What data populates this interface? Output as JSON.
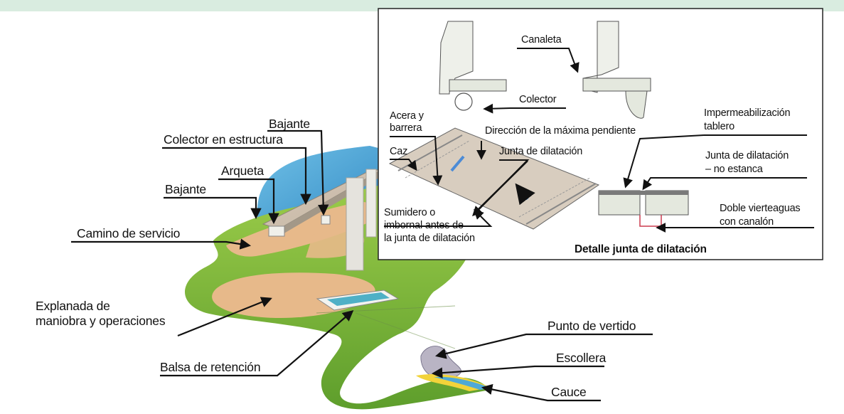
{
  "main_labels": {
    "bajante_top": "Bajante",
    "colector_estructura": "Colector en estructura",
    "arqueta": "Arqueta",
    "bajante_left": "Bajante",
    "camino_servicio": "Camino de servicio",
    "explanada": "Explanada de\nmaniobra y operaciones",
    "balsa_retencion": "Balsa de retención",
    "punto_vertido": "Punto de vertido",
    "escollera": "Escollera",
    "cauce": "Cauce"
  },
  "inset_labels": {
    "canaleta": "Canaleta",
    "colector": "Colector",
    "acera_barrera": "Acera y\nbarrera",
    "direccion_pendiente": "Dirección de la máxima pendiente",
    "caz": "Caz",
    "junta_dilatacion": "Junta de dilatación",
    "sumidero": "Sumidero o\nimbornal antes de\nla junta de dilatación",
    "impermeabilizacion": "Impermeabilización\ntablero",
    "junta_no_estanca": "Junta de dilatación\n– no estanca",
    "doble_vierteaguas": "Doble vierteaguas\ncon canalón",
    "detalle_title": "Detalle junta de dilatación"
  },
  "colors": {
    "grass": "#7fb539",
    "path": "#e7b98a",
    "water": "#4fb0c6",
    "sky_dome": "#5aa9d6",
    "concrete": "#d8dcd2",
    "background_band": "#d9ece0"
  }
}
